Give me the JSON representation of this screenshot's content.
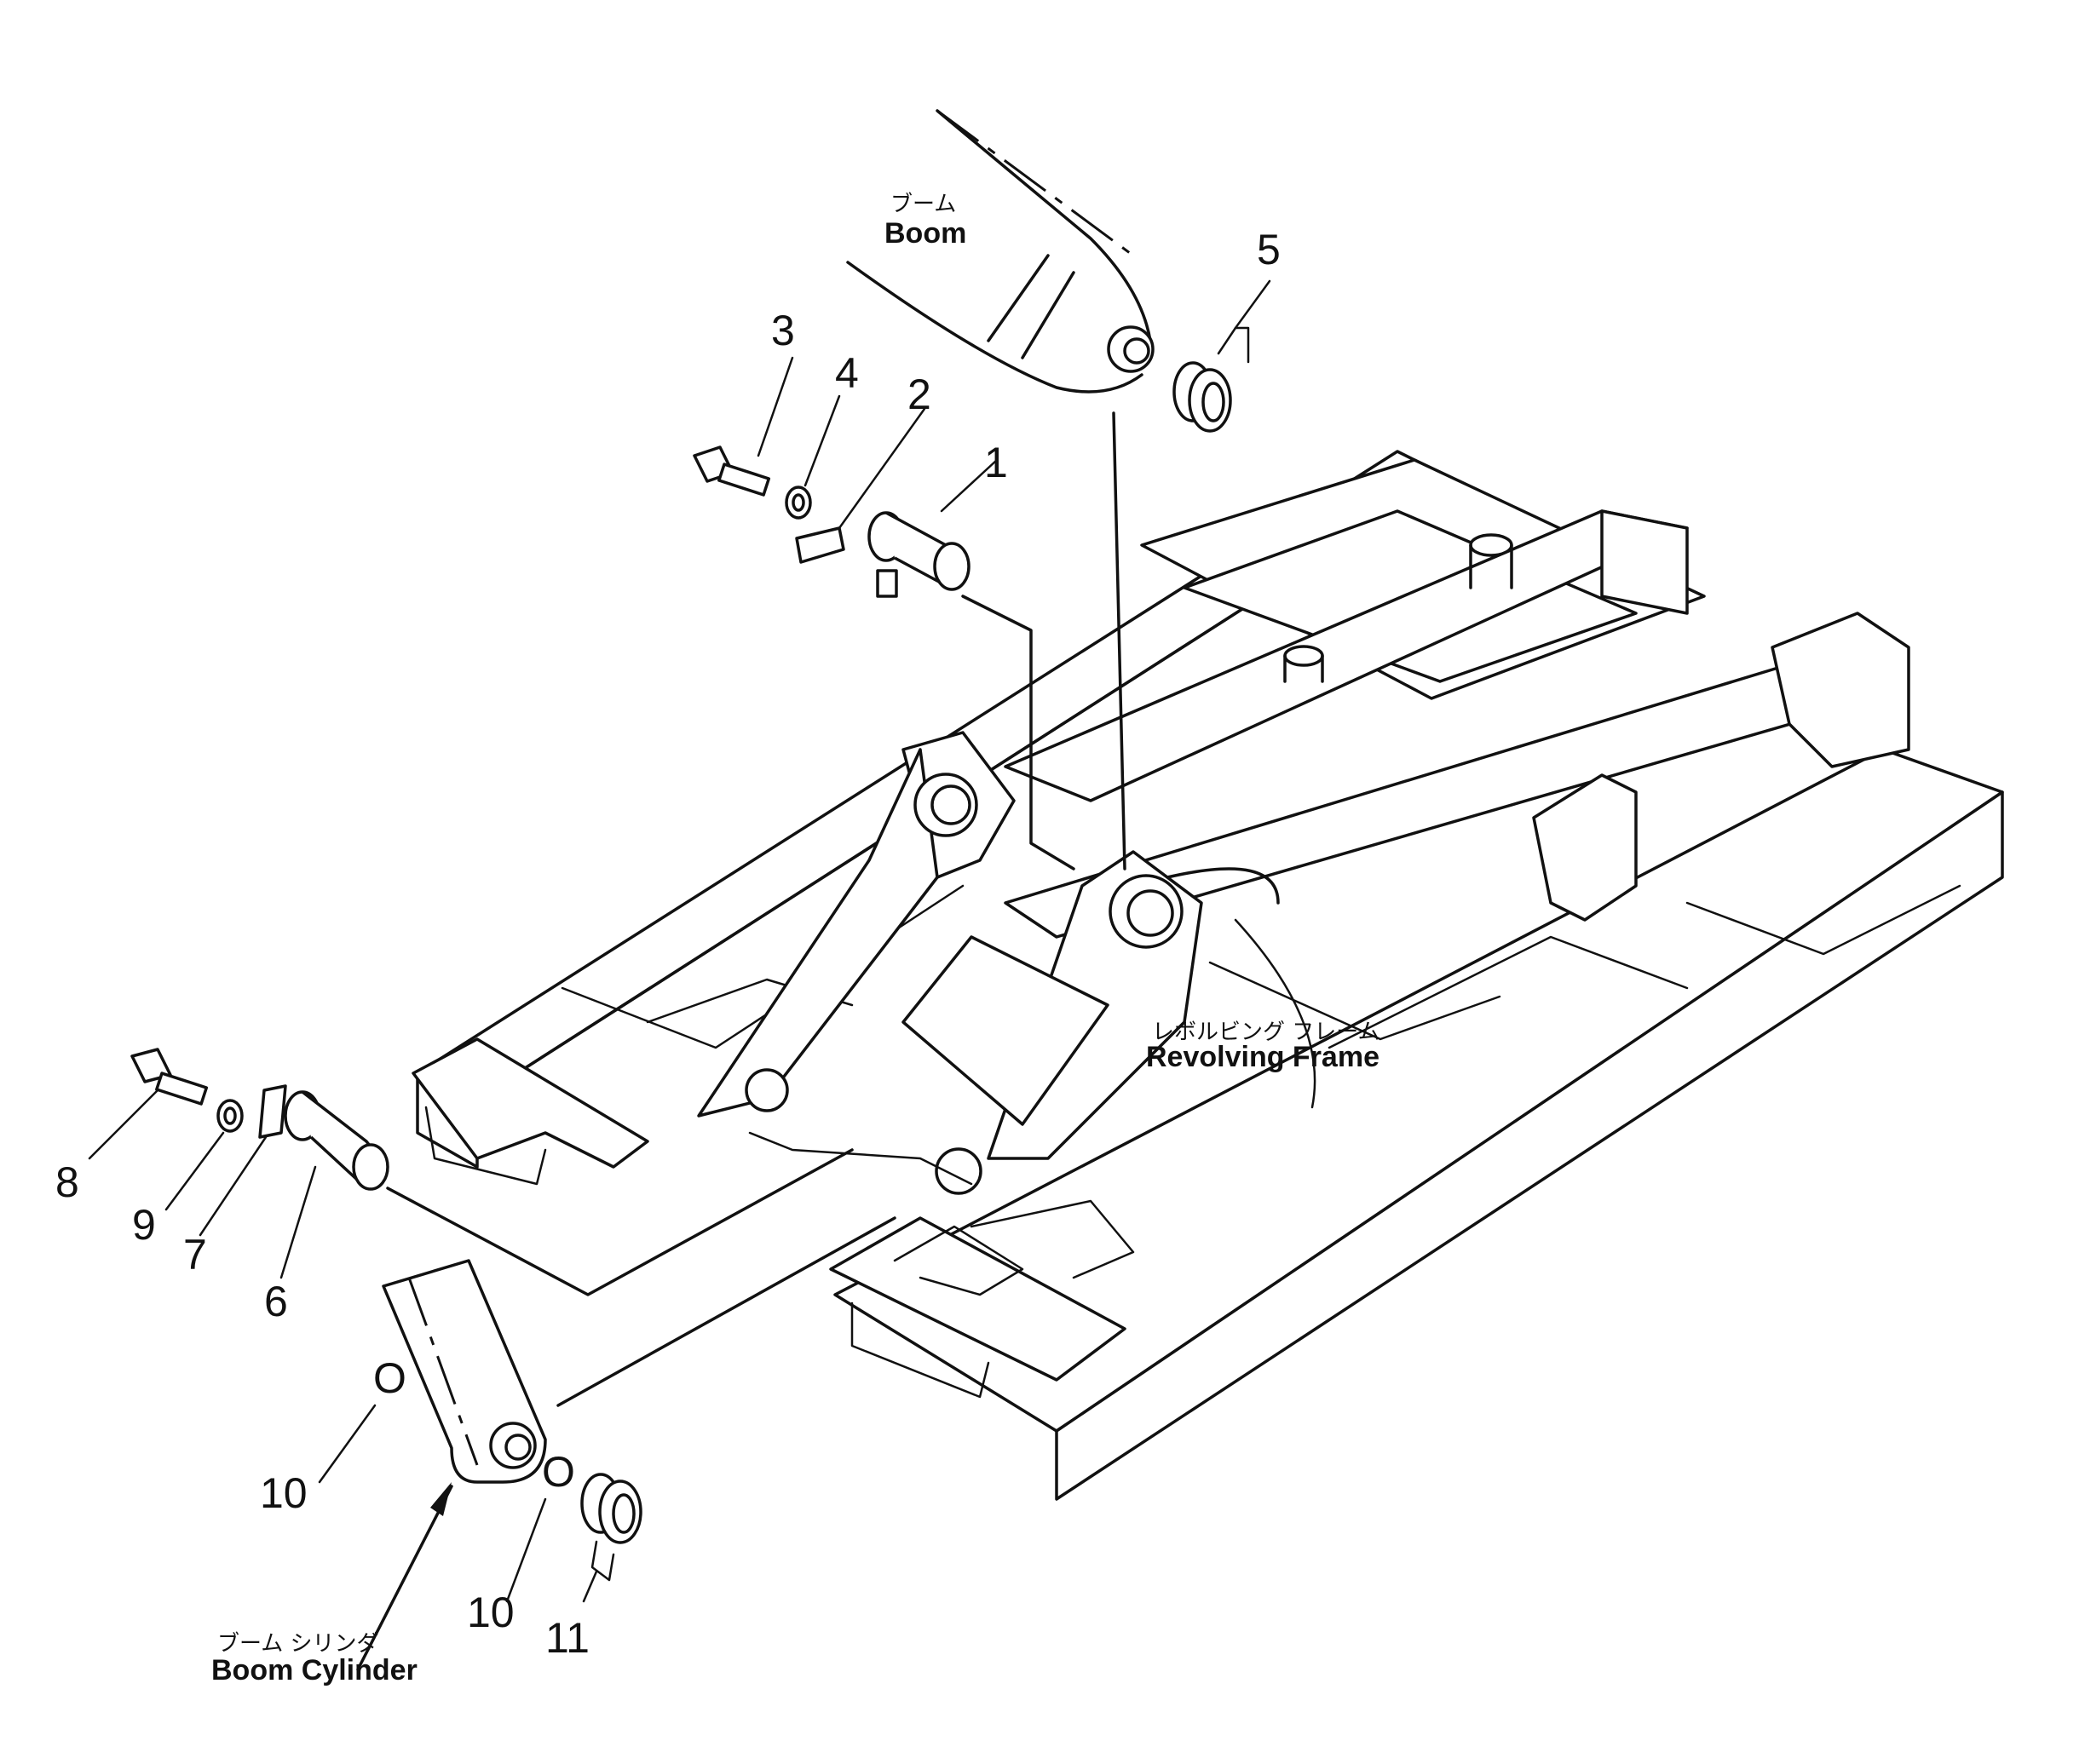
{
  "labels": {
    "boom_jp": "ブーム",
    "boom_en": "Boom",
    "frame_jp": "レボルビング フレーム",
    "frame_en": "Revolving Frame",
    "cylinder_jp": "ブーム シリンダ",
    "cylinder_en": "Boom Cylinder"
  },
  "callouts": {
    "c1": "1",
    "c2": "2",
    "c3": "3",
    "c4": "4",
    "c5": "5",
    "c6": "6",
    "c7": "7",
    "c8": "8",
    "c9": "9",
    "c10a": "10",
    "c10b": "10",
    "c11": "11",
    "cyl_ring": "O",
    "cyl_ring2": "O"
  }
}
